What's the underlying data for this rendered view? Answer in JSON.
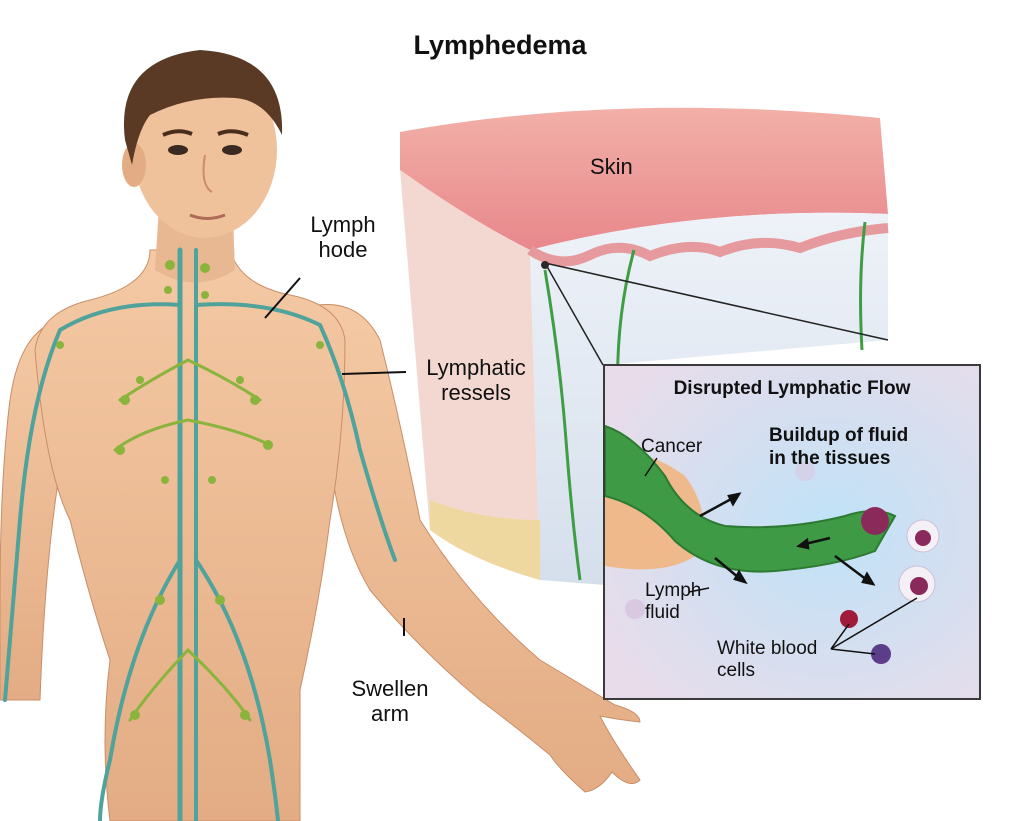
{
  "title": "Lymphedema",
  "labels": {
    "skin": "Skin",
    "lymph_node_1": "Lymph",
    "lymph_node_2": "hode",
    "vessels_1": "Lymphatic",
    "vessels_2": "ressels",
    "swollen_1": "Swellen",
    "swollen_2": "arm"
  },
  "inset": {
    "title": "Disrupted Lymphatic Flow",
    "buildup_1": "Buildup of fluid",
    "buildup_2": "in the tissues",
    "cancer": "Cancer",
    "lymph_fluid_1": "Lymph",
    "lymph_fluid_2": "fluid",
    "wbc_1": "White blood",
    "wbc_2": "cells"
  },
  "colors": {
    "skin_tone": "#e8b892",
    "skin_shadow": "#c98e68",
    "hair": "#5a3a24",
    "lymph_vessel": "#4fa39a",
    "lymph_node": "#8ab43c",
    "skin_layer": "#e99a9c",
    "tissue": "#d7e2ef",
    "vessel_green": "#3f9d44"
  }
}
